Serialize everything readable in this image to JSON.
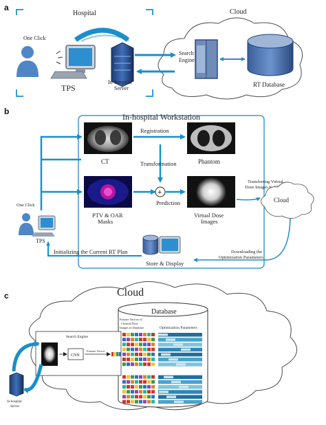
{
  "panels": {
    "a": {
      "label": "a",
      "hospital": "Hospital",
      "cloud": "Cloud",
      "one_click": "One Click",
      "tps": "TPS",
      "server": [
        "In-hospital",
        "Server"
      ],
      "search_engine": [
        "Search",
        "Engine"
      ],
      "rt_database": "RT Database"
    },
    "b": {
      "label": "b",
      "workstation": "In-hospital Workstation",
      "one_click": "One Click",
      "tps": "TPS",
      "ct": "CT",
      "phantom": "Phantom",
      "registration": "Registration",
      "transformation": "Transformation",
      "masks": [
        "PTV & OAR",
        "Masks"
      ],
      "prediction": "Prediction",
      "virtual_dose": [
        "Virtual Dose",
        "Images"
      ],
      "transfer_label": [
        "Transferring Virtual",
        "Dose Images to Cloud"
      ],
      "cloud": "Cloud",
      "download_label": [
        "Downloading the",
        "Optimization Parameters"
      ],
      "initializing": "Initializing the Current RT Plan",
      "store_display": "Store & Display"
    },
    "c": {
      "label": "c",
      "cloud": "Cloud",
      "database": "Database",
      "search_engine": "Search Engine",
      "cnn": "CNN",
      "feature_vector": "Feature Vector",
      "feature_vectors": [
        "Feature Vectors of",
        "Clinical Dose",
        "Images in Database"
      ],
      "optimization_parameters": "Optimization Parameters",
      "server": [
        "In-hospital",
        "Server"
      ]
    }
  },
  "colors": {
    "arrow_blue": "#1a8fc9",
    "frame_blue": "#3d9ad1",
    "dark_blue": "#1f4f8a",
    "cloud_stroke": "#4a4a4a"
  }
}
